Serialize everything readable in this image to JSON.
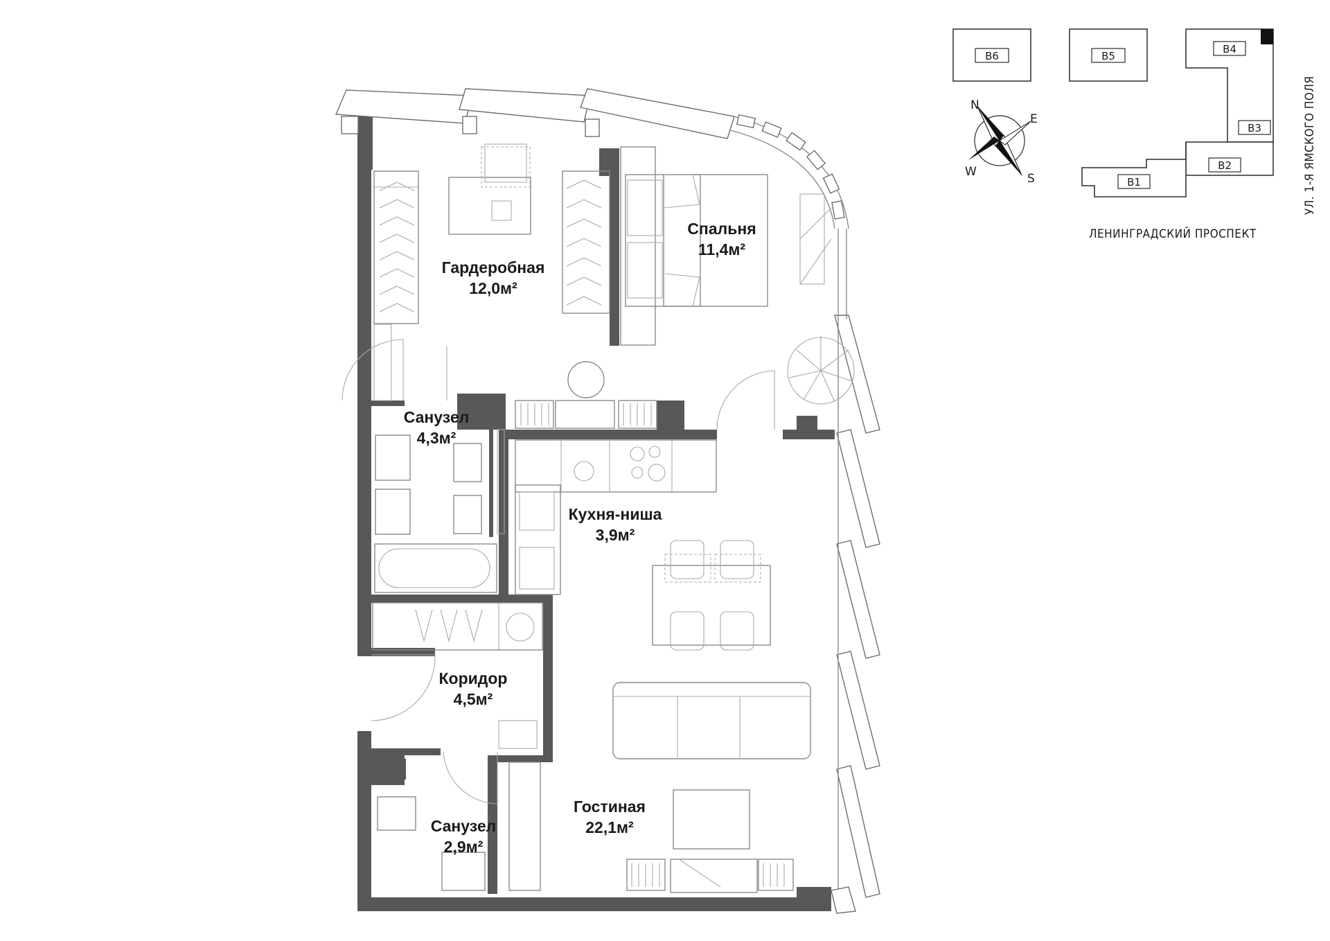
{
  "rooms": [
    {
      "id": "wardrobe",
      "name": "Гардеробная",
      "area": "12,0м²"
    },
    {
      "id": "bedroom",
      "name": "Спальня",
      "area": "11,4м²"
    },
    {
      "id": "bathroom1",
      "name": "Санузел",
      "area": "4,3м²"
    },
    {
      "id": "kitchen",
      "name": "Кухня-ниша",
      "area": "3,9м²"
    },
    {
      "id": "corridor",
      "name": "Коридор",
      "area": "4,5м²"
    },
    {
      "id": "bathroom2",
      "name": "Санузел",
      "area": "2,9м²"
    },
    {
      "id": "living",
      "name": "Гостиная",
      "area": "22,1м²"
    }
  ],
  "site_plan": {
    "buildings": [
      "В6",
      "В5",
      "В4",
      "В3",
      "В2",
      "В1"
    ],
    "street_bottom": "ЛЕНИНГРАДСКИЙ ПРОСПЕКТ",
    "street_right": "УЛ. 1-Я ЯМСКОГО ПОЛЯ",
    "compass": {
      "n": "N",
      "e": "E",
      "s": "S",
      "w": "W"
    },
    "highlight_color": "#111111"
  },
  "colors": {
    "wall": "#58585a",
    "furniture": "#8a8a8c"
  }
}
